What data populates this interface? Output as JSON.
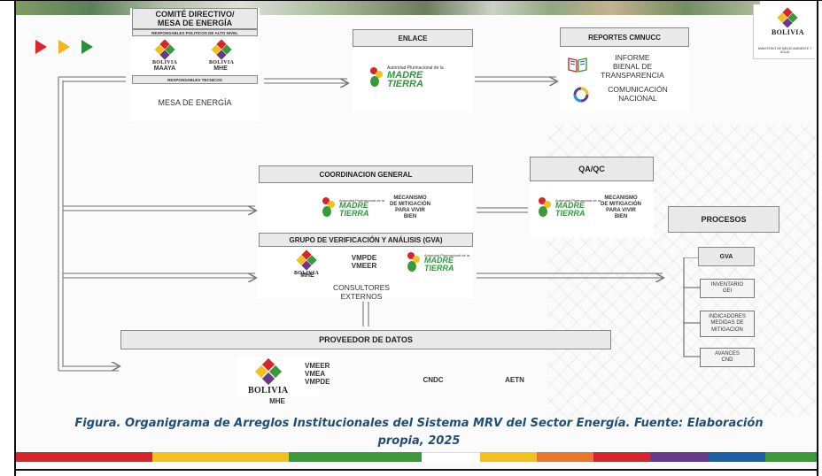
{
  "comite": {
    "title_line1": "COMITÉ DIRECTIVO/",
    "title_line2": "MESA DE ENERGÍA",
    "sub_politicos": "RESPONSABLES POLITICOS DE ALTO NIVEL",
    "logo_left_label": "MAAYA",
    "logo_right_label": "MHE",
    "sub_tecnicos": "RESPONSABLES TECNICOS",
    "mesa": "MESA DE ENERGÍA"
  },
  "enlace": {
    "title": "ENLACE"
  },
  "reportes": {
    "title": "REPORTES CMNUCC",
    "item1": [
      "INFORME",
      "BIENAL DE",
      "TRANSPARENCIA"
    ],
    "item2": [
      "COMUNICACIÓN",
      "NACIONAL"
    ]
  },
  "coordinacion": {
    "title": "COORDINACION GENERAL",
    "mecanismo": [
      "MECANISMO",
      "DE MITIGACIÓN",
      "PARA VIVIR",
      "BIEN"
    ]
  },
  "qaqc": {
    "title": "QA/QC",
    "mecanismo": [
      "MECANISMO",
      "DE MITIGACIÓN",
      "PARA VIVIR",
      "BIEN"
    ]
  },
  "gva": {
    "title": "GRUPO DE VERIFICACIÓN Y ANÁLISIS (GVA)",
    "logo_label": "MHE",
    "entities": [
      "VMPDE",
      "VMEER"
    ],
    "consultores": [
      "CONSULTORES",
      "EXTERNOS"
    ]
  },
  "procesos": {
    "title": "PROCESOS",
    "gva_label": "GVA",
    "items": [
      [
        "INVENTARIO",
        "GEI"
      ],
      [
        "INDICADORES",
        "MEDIDAS DE",
        "MITIGACION"
      ],
      [
        "AVANCES",
        "CND"
      ]
    ]
  },
  "proveedor": {
    "title": "PROVEEDOR DE DATOS",
    "logo_label": "MHE",
    "entities": [
      "VMEER",
      "VMEA",
      "VMPDE"
    ],
    "cndc": "CNDC",
    "aetn": "AETN"
  },
  "logo_texts": {
    "bolivia": "BOLIVIA",
    "madre_tierra_top": "Autoridad Plurinacional de la",
    "madre_tierra_main1": "MADRE",
    "madre_tierra_main2": "TIERRA",
    "ministerio": "MINISTERIO DE MEDIO AMBIENTE Y AGUA"
  },
  "caption": {
    "line1": "Figura. Organigrama de Arreglos Institucionales del Sistema MRV del Sector Energía. Fuente: Elaboración",
    "line2": "propia, 2025"
  },
  "colors": {
    "play1": "#e0252b",
    "play2": "#f3b61f",
    "play3": "#2e8b3a",
    "bar": [
      "#d7262b",
      "#f2c11d",
      "#f2c11d",
      "#3a9a3a",
      "#2e8b3a",
      "#ffffff",
      "#f2c11d",
      "#e8762b",
      "#d7262b",
      "#6a3a8a",
      "#1d5fa6",
      "#3a9a3a"
    ]
  }
}
